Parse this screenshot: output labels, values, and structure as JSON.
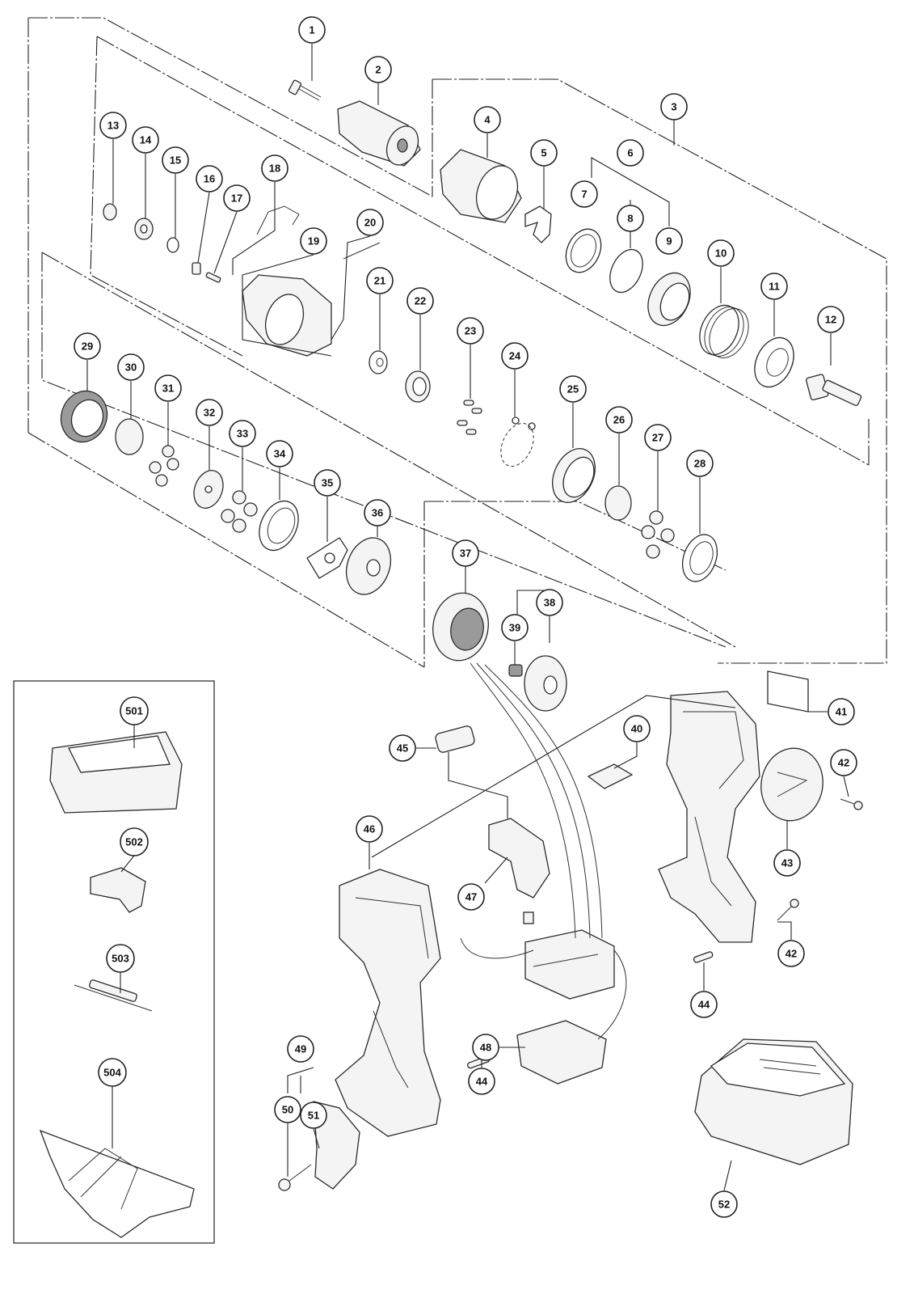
{
  "callouts": [
    {
      "id": "c1",
      "label": "1"
    },
    {
      "id": "c2",
      "label": "2"
    },
    {
      "id": "c3",
      "label": "3"
    },
    {
      "id": "c4",
      "label": "4"
    },
    {
      "id": "c5",
      "label": "5"
    },
    {
      "id": "c6",
      "label": "6"
    },
    {
      "id": "c7",
      "label": "7"
    },
    {
      "id": "c8",
      "label": "8"
    },
    {
      "id": "c9",
      "label": "9"
    },
    {
      "id": "c10",
      "label": "10"
    },
    {
      "id": "c11",
      "label": "11"
    },
    {
      "id": "c12",
      "label": "12"
    },
    {
      "id": "c13",
      "label": "13"
    },
    {
      "id": "c14",
      "label": "14"
    },
    {
      "id": "c15",
      "label": "15"
    },
    {
      "id": "c16",
      "label": "16"
    },
    {
      "id": "c17",
      "label": "17"
    },
    {
      "id": "c18",
      "label": "18"
    },
    {
      "id": "c19",
      "label": "19"
    },
    {
      "id": "c20",
      "label": "20"
    },
    {
      "id": "c21",
      "label": "21"
    },
    {
      "id": "c22",
      "label": "22"
    },
    {
      "id": "c23",
      "label": "23"
    },
    {
      "id": "c24",
      "label": "24"
    },
    {
      "id": "c25",
      "label": "25"
    },
    {
      "id": "c26",
      "label": "26"
    },
    {
      "id": "c27",
      "label": "27"
    },
    {
      "id": "c28",
      "label": "28"
    },
    {
      "id": "c29",
      "label": "29"
    },
    {
      "id": "c30",
      "label": "30"
    },
    {
      "id": "c31",
      "label": "31"
    },
    {
      "id": "c32",
      "label": "32"
    },
    {
      "id": "c33",
      "label": "33"
    },
    {
      "id": "c34",
      "label": "34"
    },
    {
      "id": "c35",
      "label": "35"
    },
    {
      "id": "c36",
      "label": "36"
    },
    {
      "id": "c37",
      "label": "37"
    },
    {
      "id": "c38",
      "label": "38"
    },
    {
      "id": "c39",
      "label": "39"
    },
    {
      "id": "c40",
      "label": "40"
    },
    {
      "id": "c41",
      "label": "41"
    },
    {
      "id": "c42a",
      "label": "42"
    },
    {
      "id": "c42b",
      "label": "42"
    },
    {
      "id": "c43",
      "label": "43"
    },
    {
      "id": "c44a",
      "label": "44"
    },
    {
      "id": "c44b",
      "label": "44"
    },
    {
      "id": "c45",
      "label": "45"
    },
    {
      "id": "c46",
      "label": "46"
    },
    {
      "id": "c47",
      "label": "47"
    },
    {
      "id": "c48",
      "label": "48"
    },
    {
      "id": "c49",
      "label": "49"
    },
    {
      "id": "c50",
      "label": "50"
    },
    {
      "id": "c51",
      "label": "51"
    },
    {
      "id": "c52",
      "label": "52"
    },
    {
      "id": "c501",
      "label": "501"
    },
    {
      "id": "c502",
      "label": "502"
    },
    {
      "id": "c503",
      "label": "503"
    },
    {
      "id": "c504",
      "label": "504"
    }
  ]
}
